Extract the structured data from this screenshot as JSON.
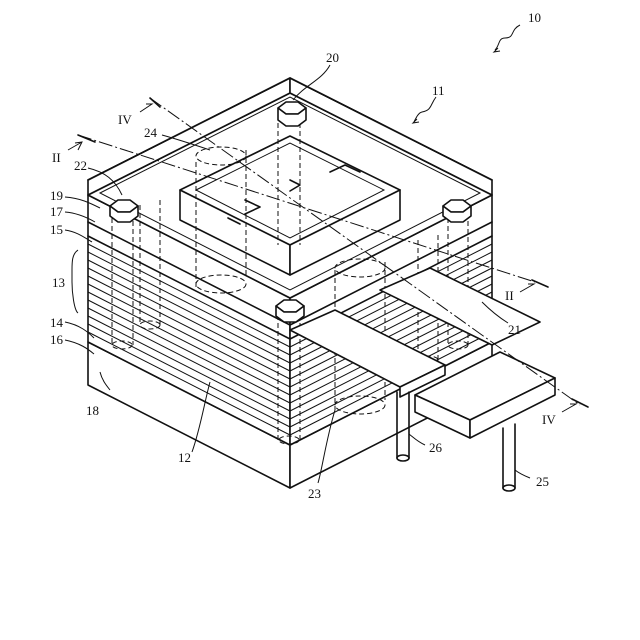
{
  "figure": {
    "reference_labels": {
      "r10": "10",
      "r11": "11",
      "r12": "12",
      "r13": "13",
      "r14": "14",
      "r15": "15",
      "r16": "16",
      "r17": "17",
      "r18": "18",
      "r19": "19",
      "r20": "20",
      "r21": "21",
      "r22": "22",
      "r23": "23",
      "r24": "24",
      "r25": "25",
      "r26": "26"
    },
    "section_marks": {
      "ii_left": "II",
      "ii_right": "II",
      "iv_left": "IV",
      "iv_right": "IV"
    }
  }
}
